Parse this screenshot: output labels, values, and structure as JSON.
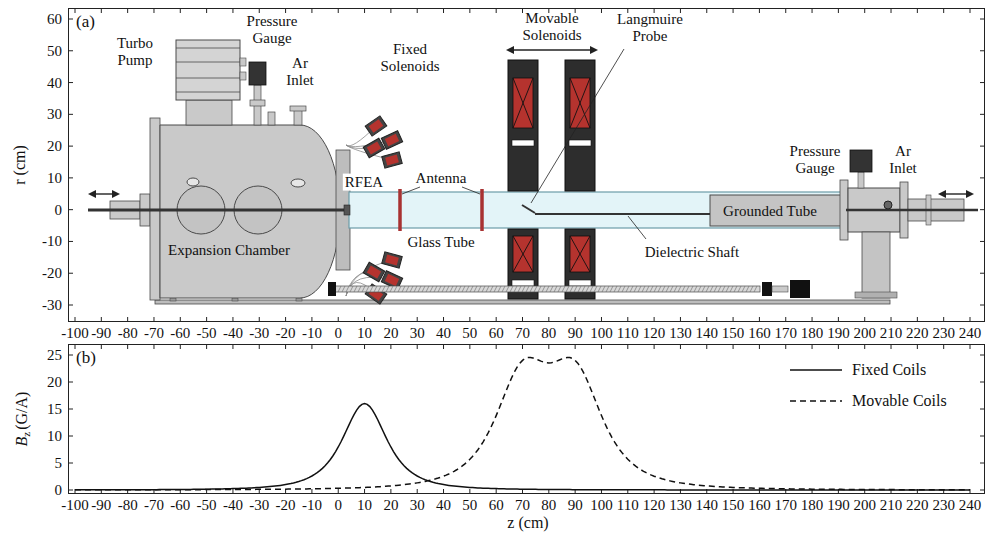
{
  "diagram": {
    "nodes": [
      {
        "text": [
          "(a)"
        ]
      },
      {
        "text": [
          "(b)"
        ]
      }
    ],
    "labels": [
      "r (cm)",
      "60",
      "50",
      "40",
      "30",
      "20",
      "10",
      "0",
      "-10",
      "-20",
      "-30",
      "-100",
      "-90",
      "-80",
      "-70",
      "-60",
      "-50",
      "-40",
      "-30",
      "-20",
      "-10",
      "0",
      "10",
      "20",
      "30",
      "40",
      "50",
      "60",
      "70",
      "80",
      "90",
      "100",
      "110",
      "120",
      "130",
      "140",
      "150",
      "160",
      "170",
      "180",
      "190",
      "200",
      "210",
      "220",
      "230",
      "240",
      "Turbo Pump",
      "Pressure Gauge",
      "Ar Inlet",
      "Fixed Solenoids",
      "RFEA",
      "Antenna",
      "Glass Tube",
      "Expansion Chamber",
      "Movable Solenoids",
      "Langmuire Probe",
      "Pressure Gauge",
      "Ar Inlet",
      "Grounded Tube",
      "Dielectric Shaft",
      "B",
      "z",
      "(G/A)",
      "25",
      "20",
      "15",
      "10",
      "5",
      "0",
      "-100",
      "-90",
      "-80",
      "-70",
      "-60",
      "-50",
      "-40",
      "-30",
      "-20",
      "-10",
      "0",
      "10",
      "20",
      "30",
      "40",
      "50",
      "60",
      "70",
      "80",
      "90",
      "100",
      "110",
      "120",
      "130",
      "140",
      "150",
      "160",
      "170",
      "180",
      "190",
      "200",
      "210",
      "220",
      "230",
      "240",
      "z (cm)"
    ],
    "legend": [
      {
        "text": "Fixed Coils"
      },
      {
        "text": "Movable Coils"
      }
    ]
  }
}
